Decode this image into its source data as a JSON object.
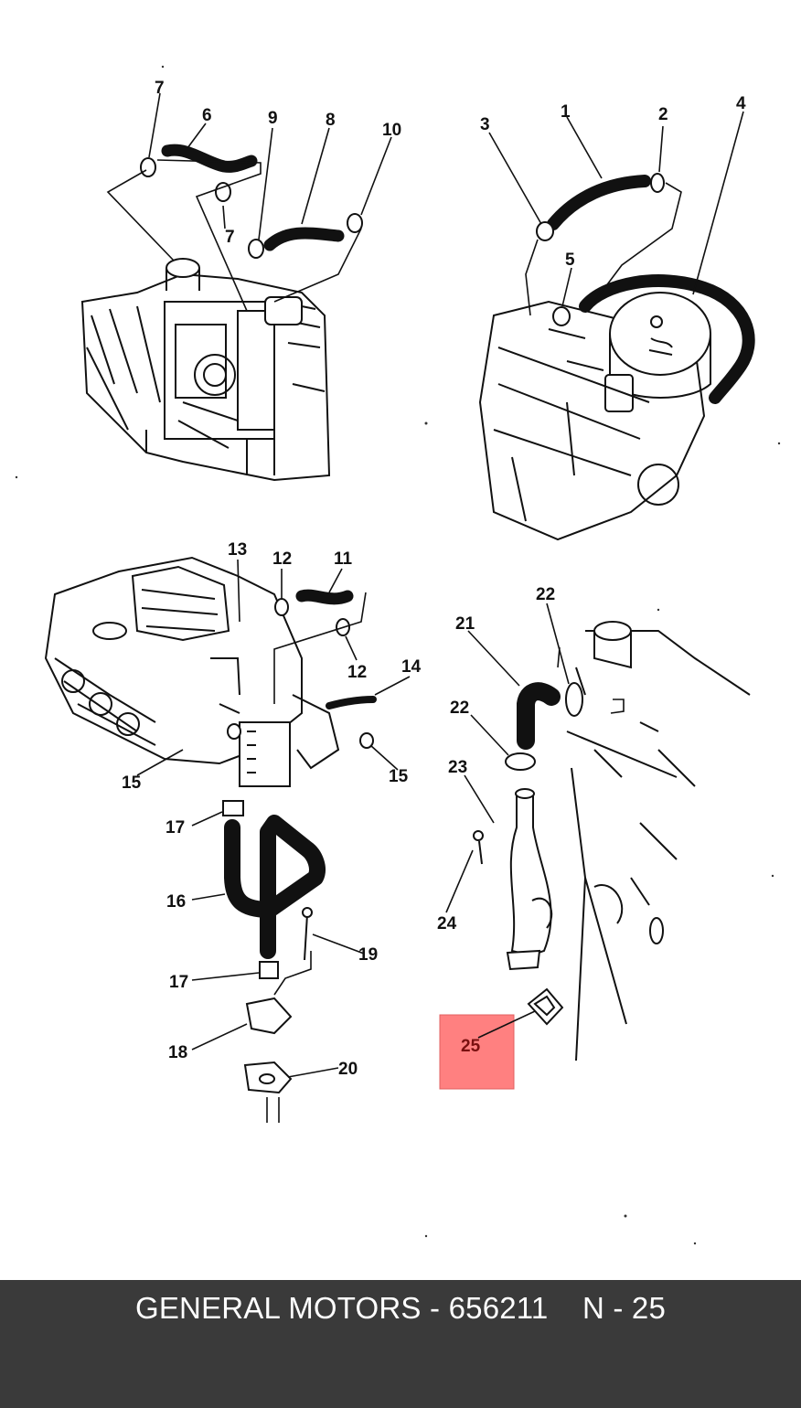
{
  "diagram": {
    "callouts": [
      "1",
      "2",
      "3",
      "4",
      "5",
      "6",
      "7",
      "7",
      "8",
      "9",
      "10",
      "11",
      "12",
      "12",
      "13",
      "14",
      "15",
      "15",
      "16",
      "17",
      "17",
      "18",
      "19",
      "20",
      "21",
      "22",
      "22",
      "23",
      "24",
      "25"
    ],
    "highlighted_callout": "25",
    "highlight_color": "#ff8080",
    "ink_color": "#111111"
  },
  "footer": {
    "brand": "GENERAL MOTORS",
    "separator": " - ",
    "part_number": "656211",
    "gap": "    ",
    "position_label": "N - 25",
    "background_color": "#3a3a3a",
    "text_color": "#ffffff"
  }
}
